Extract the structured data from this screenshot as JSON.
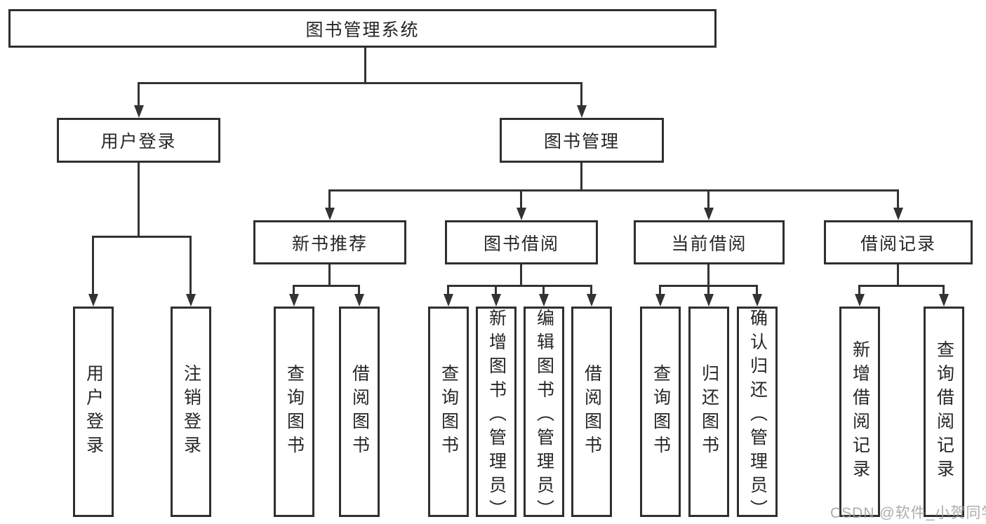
{
  "diagram": {
    "title": "图书管理系统",
    "colors": {
      "line": "#333333",
      "border": "#2f2f2f",
      "text": "#262626",
      "watermark": "#9e9e9e",
      "background": "#ffffff"
    },
    "level2": [
      {
        "label": "用户登录",
        "children": [
          {
            "label": "用户登录"
          },
          {
            "label": "注销登录"
          }
        ]
      },
      {
        "label": "图书管理",
        "children": [
          {
            "label": "新书推荐",
            "children": [
              {
                "label": "查询图书"
              },
              {
                "label": "借阅图书"
              }
            ]
          },
          {
            "label": "图书借阅",
            "children": [
              {
                "label": "查询图书"
              },
              {
                "label": "新增图书（管理员）"
              },
              {
                "label": "编辑图书（管理员）"
              },
              {
                "label": "借阅图书"
              }
            ]
          },
          {
            "label": "当前借阅",
            "children": [
              {
                "label": "查询图书"
              },
              {
                "label": "归还图书"
              },
              {
                "label": "确认归还（管理员）"
              }
            ]
          },
          {
            "label": "借阅记录",
            "children": [
              {
                "label": "新增借阅记录"
              },
              {
                "label": "查询借阅记录"
              }
            ]
          }
        ]
      }
    ],
    "watermark": "CSDN @软件_小贺同学"
  }
}
